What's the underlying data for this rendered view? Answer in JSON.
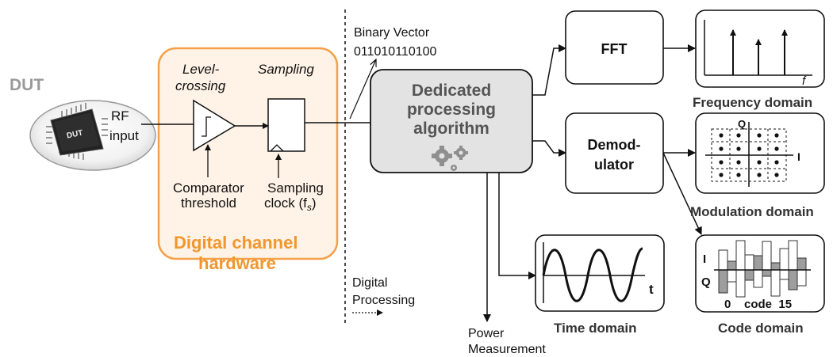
{
  "colors": {
    "orange": "#F5A04A",
    "orange_text": "#F0962E",
    "dut_gray": "#9A9A9A",
    "processor_fill": "#E3E3E3",
    "gear": "#8F8F8F",
    "shade": "#9E9E9E"
  },
  "dut": {
    "label": "DUT",
    "chip_text": "DUT"
  },
  "rf_input": {
    "line1": "RF",
    "line2": "input"
  },
  "hardware": {
    "level_crossing_line1": "Level-",
    "level_crossing_line2": "crossing",
    "sampling": "Sampling",
    "comparator_line1": "Comparator",
    "comparator_line2": "threshold",
    "sampling_clock_line1": "Sampling",
    "sampling_clock_line2": "clock (f",
    "sampling_clock_sub": "s",
    "sampling_clock_end": ")",
    "title_line1": "Digital channel",
    "title_line2": "hardware"
  },
  "binary_vector": {
    "line1": "Binary Vector",
    "line2": "011010110100"
  },
  "digital_processing": {
    "line1": "Digital",
    "line2": "Processing"
  },
  "processor": {
    "line1": "Dedicated",
    "line2": "processing",
    "line3": "algorithm",
    "icon": "gears-icon"
  },
  "fft": {
    "label": "FFT"
  },
  "demodulator": {
    "line1": "Demod-",
    "line2": "ulator"
  },
  "power": {
    "line1": "Power",
    "line2": "Measurement"
  },
  "frequency": {
    "axis_label": "f",
    "caption": "Frequency domain"
  },
  "modulation": {
    "axis_q": "Q",
    "axis_i": "I",
    "caption": "Modulation domain"
  },
  "time": {
    "axis_label": "t",
    "caption": "Time domain"
  },
  "code": {
    "label_i": "I",
    "label_q": "Q",
    "axis_text": "0    code  15",
    "caption": "Code domain"
  }
}
